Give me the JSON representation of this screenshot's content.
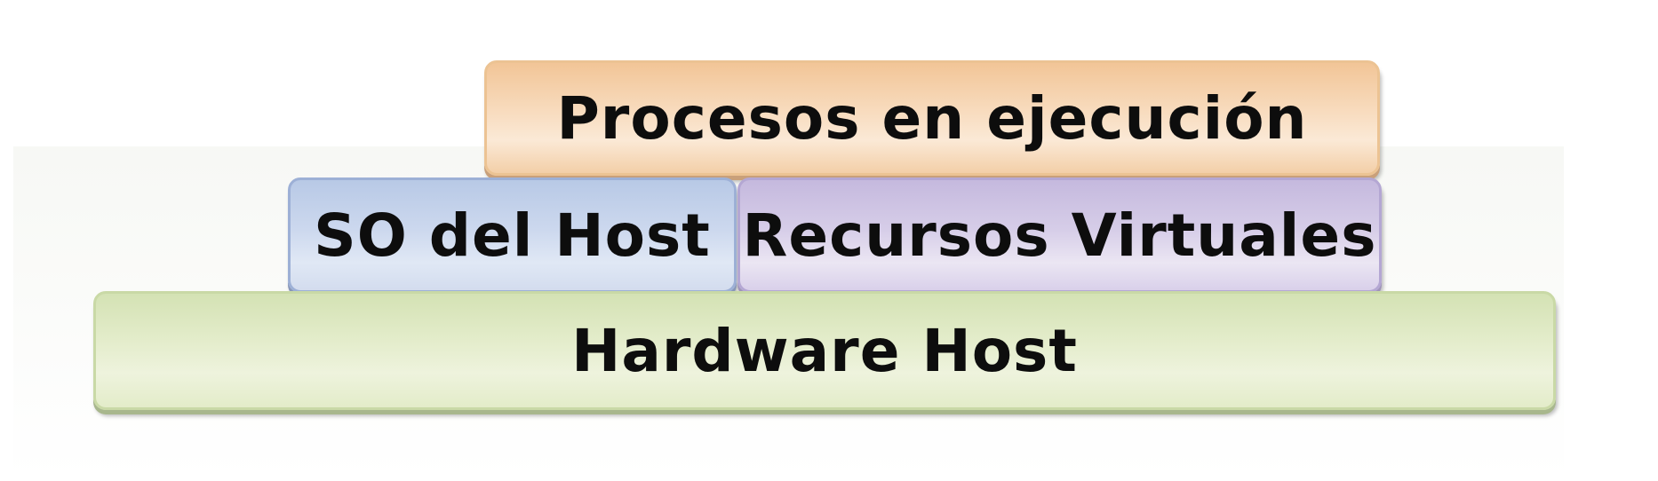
{
  "diagram": {
    "layers": {
      "processes": "Procesos en ejecución",
      "host_os": "SO del Host",
      "virtual_resources": "Recursos Virtuales",
      "hardware": "Hardware Host"
    },
    "colors": {
      "processes": "#f5d3b0",
      "host_os": "#ccd8ee",
      "virtual_resources": "#d6cde8",
      "hardware": "#e3ecca"
    }
  }
}
